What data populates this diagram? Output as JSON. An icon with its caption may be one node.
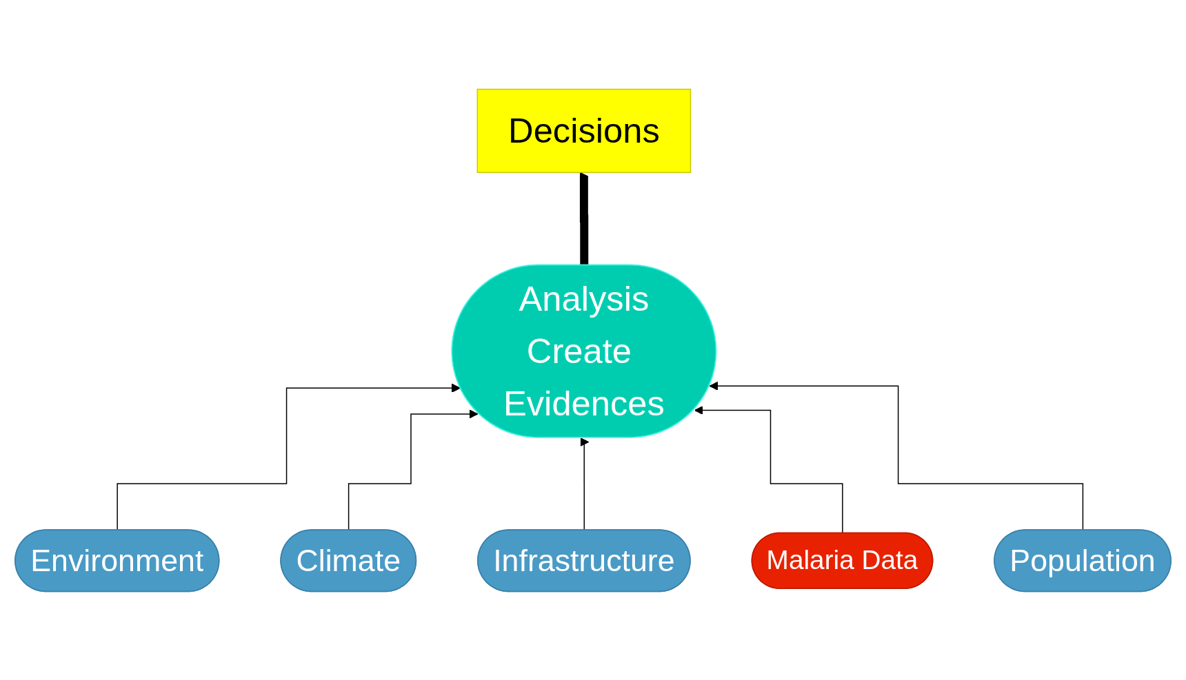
{
  "diagram": {
    "nodes": [
      {
        "text": [
          "Decisions"
        ]
      },
      {
        "text": [
          "Analysis",
          "Create Evidences"
        ]
      },
      {
        "text": [
          "Environment"
        ]
      },
      {
        "text": [
          "Climate"
        ]
      },
      {
        "text": [
          "Infrastructure"
        ]
      },
      {
        "text": [
          "Malaria Data"
        ]
      },
      {
        "text": [
          "Population"
        ]
      }
    ],
    "edges": [
      {
        "from": 1,
        "to": 0,
        "arrow": "to",
        "style": "thick"
      },
      {
        "from": 2,
        "to": 1,
        "arrow": "to"
      },
      {
        "from": 3,
        "to": 1,
        "arrow": "to"
      },
      {
        "from": 4,
        "to": 1,
        "arrow": "to"
      },
      {
        "from": 5,
        "to": 1,
        "arrow": "to"
      },
      {
        "from": 6,
        "to": 1,
        "arrow": "to"
      }
    ]
  }
}
